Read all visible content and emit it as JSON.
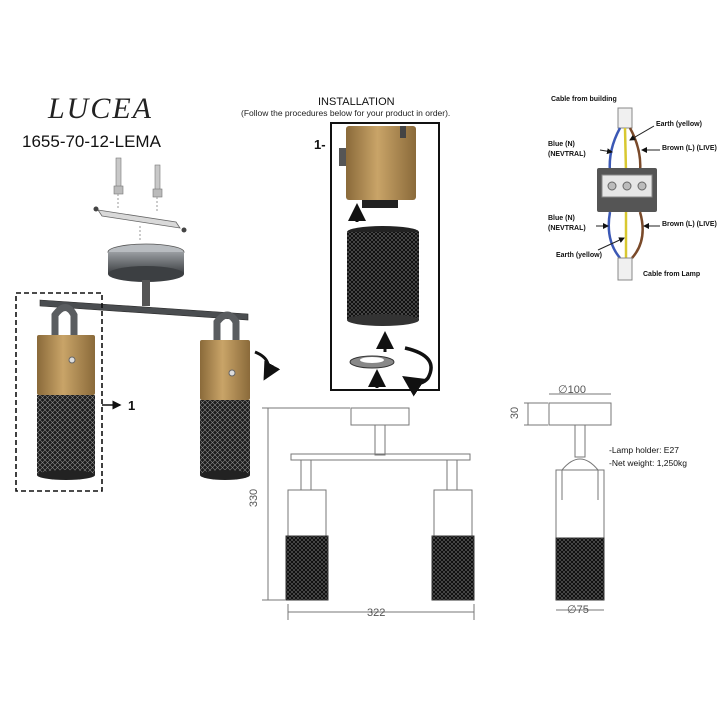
{
  "product": {
    "brand": "LUCEA",
    "model_code": "1655-70-12-LEMA"
  },
  "installation": {
    "title": "INSTALLATION",
    "subtitle": "(Follow the procedures below for your product in order).",
    "step_label": "1-",
    "callout_label": "1"
  },
  "wiring": {
    "cable_from_building": "Cable from building",
    "earth_top": "Earth (yellow)",
    "blue_top_line1": "Blue (N)",
    "blue_top_line2": "(NEVTRAL)",
    "brown_top": "Brown (L) (LIVE)",
    "blue_bottom_line1": "Blue (N)",
    "blue_bottom_line2": "(NEVTRAL)",
    "brown_bottom": "Brown (L) (LIVE)",
    "earth_bottom": "Earth (yellow)",
    "cable_from_lamp": "Cable from Lamp"
  },
  "dimensions": {
    "canopy_diameter": "∅100",
    "canopy_height": "30",
    "total_height": "330",
    "total_width": "322",
    "shade_diameter": "∅75"
  },
  "specs": {
    "lamp_holder": "-Lamp holder: E27",
    "net_weight": "-Net weight: 1,250kg"
  },
  "colors": {
    "brass": "#b08a52",
    "metal": "#4a4d50",
    "mesh": "#1c1c1c",
    "line": "#777777",
    "wire_blue": "#3b58b5",
    "wire_brown": "#7a4a2a",
    "wire_yellow": "#d8c830"
  }
}
